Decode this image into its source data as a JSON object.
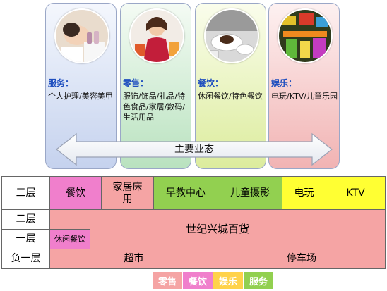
{
  "categories": [
    {
      "title": "服务：",
      "text": "个人护理/美容美甲",
      "photo": "beauty-salon-photo"
    },
    {
      "title": "零售：",
      "text": "服饰/饰品/礼品/特色食品/家居/数码/生活用品",
      "photo": "shopping-woman-photo"
    },
    {
      "title": "餐饮：",
      "text": "休闲餐饮/特色餐饮",
      "photo": "coffee-table-photo"
    },
    {
      "title": "娱乐：",
      "text": "电玩/KTV/儿童乐园",
      "photo": "kids-playground-photo"
    }
  ],
  "arrow": {
    "label": "主要业态"
  },
  "floors": {
    "f3": {
      "label": "三层",
      "units": [
        {
          "name": "餐饮",
          "category": "餐饮"
        },
        {
          "name": "家居床用",
          "category": "零售"
        },
        {
          "name": "早教中心",
          "category": "服务"
        },
        {
          "name": "儿童摄影",
          "category": "服务"
        },
        {
          "name": "电玩",
          "category": "娱乐"
        },
        {
          "name": "KTV",
          "category": "娱乐"
        }
      ]
    },
    "f2": {
      "label": "二层"
    },
    "f1": {
      "label": "一层",
      "units": [
        {
          "name": "休闲餐饮",
          "category": "餐饮"
        }
      ]
    },
    "f1f2_shared": {
      "name": "世纪兴城百货",
      "category": "零售"
    },
    "b1": {
      "label": "负一层",
      "units": [
        {
          "name": "超市",
          "category": "零售"
        },
        {
          "name": "停车场",
          "category": "零售"
        }
      ]
    }
  },
  "legend": [
    {
      "label": "零售",
      "color": "#f5a4a4"
    },
    {
      "label": "餐饮",
      "color": "#f07fcc"
    },
    {
      "label": "娱乐",
      "color": "#ffd24a"
    },
    {
      "label": "服务",
      "color": "#92d050"
    }
  ],
  "colors": {
    "retail": "#f5a4a4",
    "dining": "#f07fcc",
    "entertainment": "#ffff33",
    "service": "#92d050",
    "title_blue": "#1f4fbf"
  }
}
